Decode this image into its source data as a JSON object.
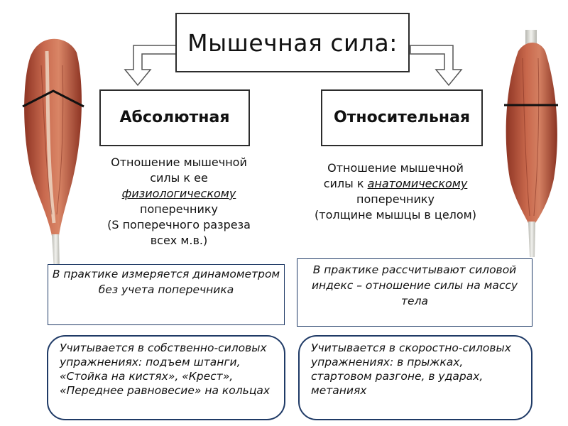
{
  "title": "Мышечная сила:",
  "left": {
    "type": "Абсолютная",
    "description": {
      "line1": "Отношение мышечной",
      "line2": "силы к ее",
      "emphasis": "физиологическому",
      "line3": "поперечнику",
      "line4": "(S поперечного разреза",
      "line5": "всех м.в.)"
    },
    "practice": "В практике измеряется динамометром без учета поперечника",
    "usage": "Учитывается  в собственно-силовых упражнениях: подъем штанги, «Стойка на кистях», «Крест», «Переднее равновесие» на кольцах"
  },
  "right": {
    "type": "Относительная",
    "description": {
      "line1": "Отношение мышечной",
      "prefix": "силы к ",
      "emphasis": "анатомическому",
      "line2": "поперечнику",
      "line3": "(толщине мышцы в целом)"
    },
    "practice": "В практике рассчитывают силовой индекс – отношение силы на массу тела",
    "usage": "Учитывается  в скоростно-силовых упражнениях: в прыжках, стартовом разгоне, в ударах, метаниях"
  },
  "colors": {
    "border_dark": "#2c2c2c",
    "border_blue": "#1f3a66",
    "muscle_red": "#b9543c",
    "tendon": "#d9d9d4"
  },
  "icons": [
    "left-muscle-illustration",
    "right-muscle-illustration",
    "arrow-left-down-icon",
    "arrow-right-down-icon"
  ]
}
